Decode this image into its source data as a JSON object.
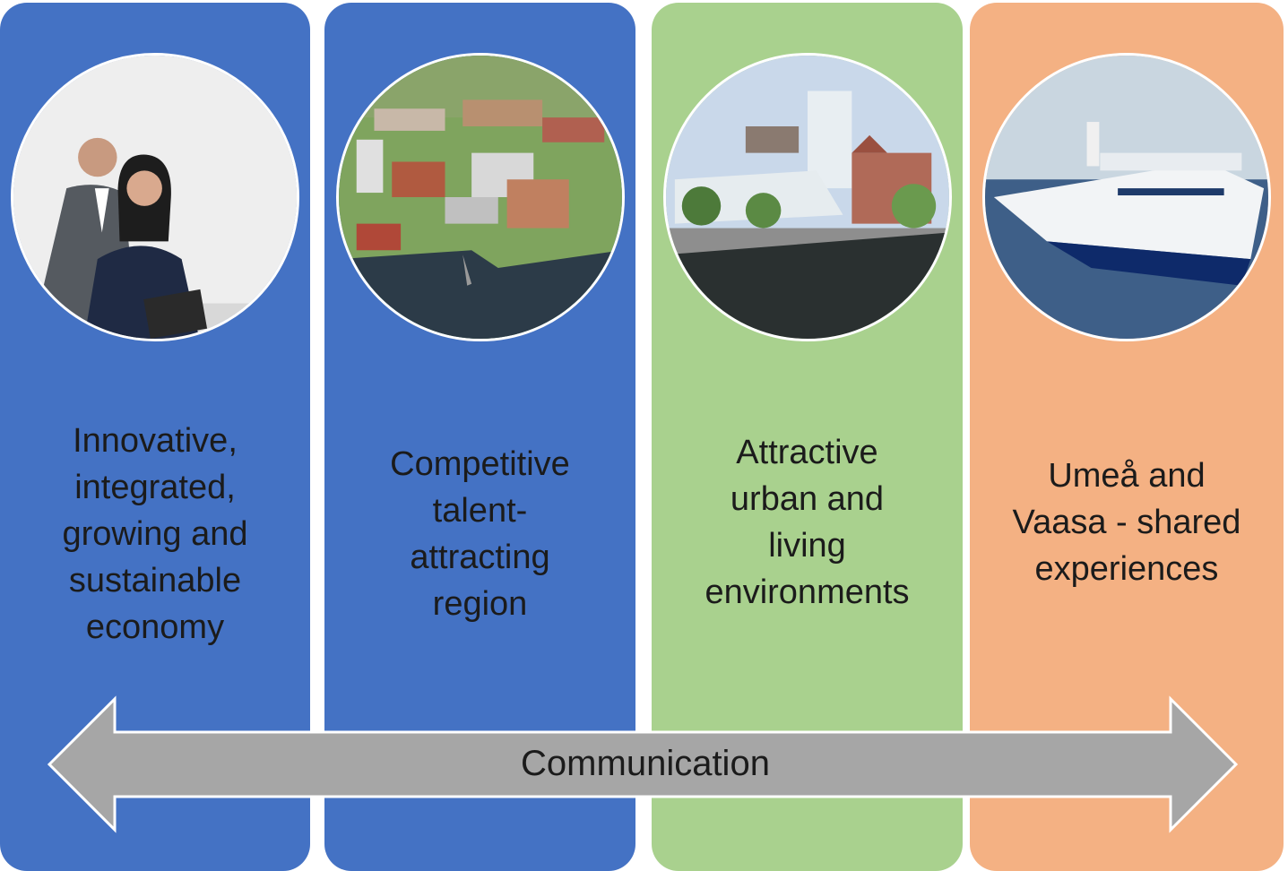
{
  "panels": [
    {
      "label": "Innovative,\nintegrated,\ngrowing and\nsustainable\neconomy",
      "color": "#4472c4",
      "image": "people-photo"
    },
    {
      "label": "Competitive\ntalent-\nattracting\nregion",
      "color": "#4472c4",
      "image": "campus-aerial-photo"
    },
    {
      "label": "Attractive\nurban and\nliving\nenvironments",
      "color": "#a9d18e",
      "image": "waterfront-city-photo"
    },
    {
      "label": "Umeå and\nVaasa  - shared\nexperiences",
      "color": "#f4b183",
      "image": "ferry-photo"
    }
  ],
  "arrow": {
    "label": "Communication",
    "color": "#a6a6a6"
  }
}
